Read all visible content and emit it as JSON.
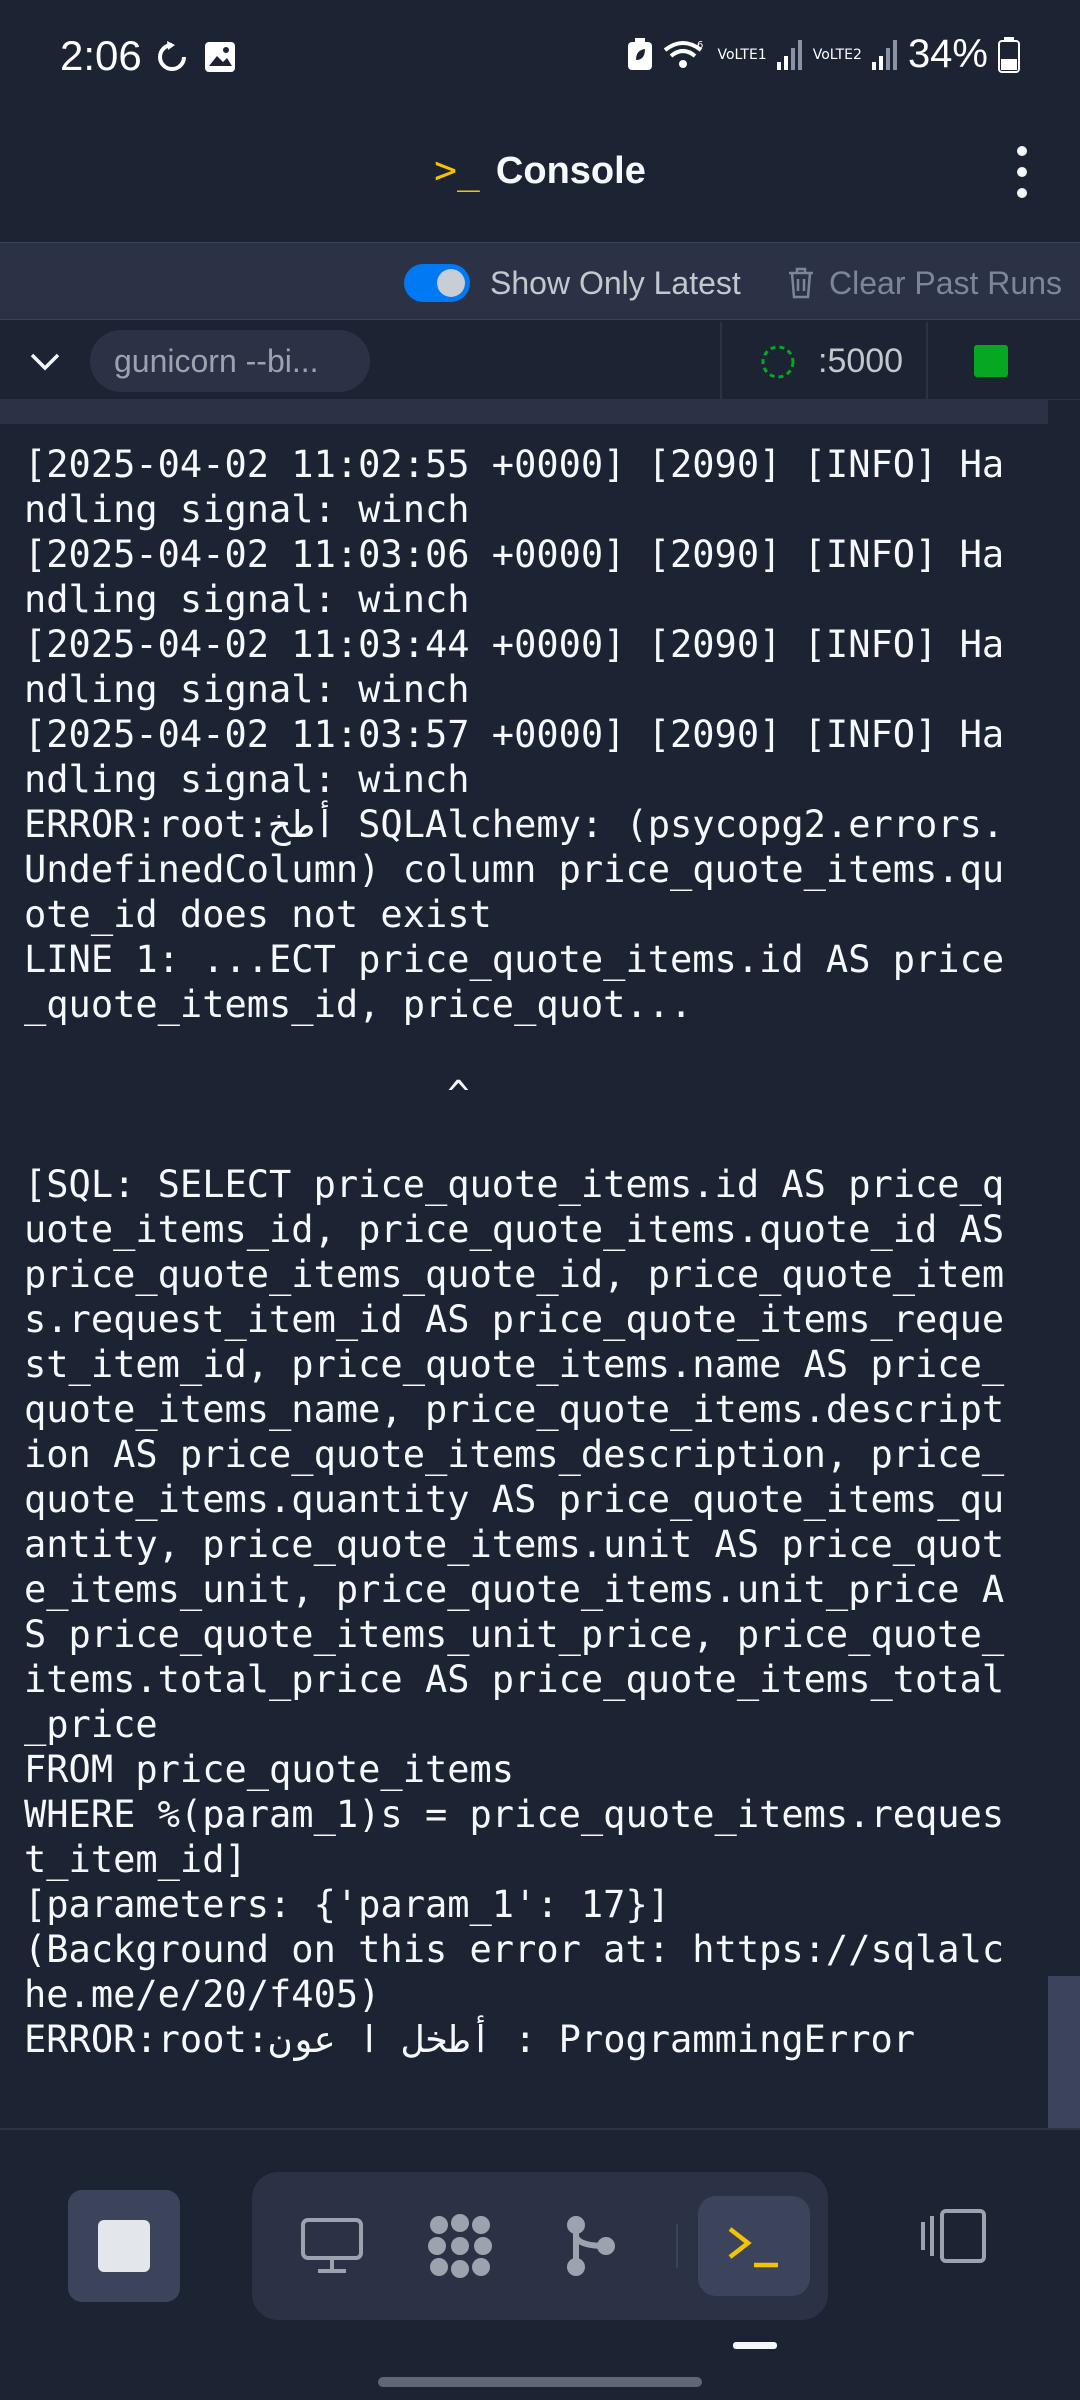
{
  "status_bar": {
    "time": "2:06",
    "wifi_label": "6",
    "sim1_label": "VoLTE1",
    "sim2_label": "VoLTE2",
    "battery_percent": "34%"
  },
  "header": {
    "title": "Console",
    "prompt_icon": "terminal-prompt-icon",
    "menu_icon": "more-vertical-icon"
  },
  "toolbar": {
    "show_only_latest_label": "Show Only Latest",
    "show_only_latest_on": true,
    "clear_past_runs_label": "Clear Past Runs"
  },
  "process": {
    "command_label": "gunicorn --bi...",
    "port_label": ":5000",
    "status_color": "#06a822"
  },
  "console": {
    "log": "[2025-04-02 11:02:55 +0000] [2090] [INFO] Handling signal: winch\n[2025-04-02 11:03:06 +0000] [2090] [INFO] Handling signal: winch\n[2025-04-02 11:03:44 +0000] [2090] [INFO] Handling signal: winch\n[2025-04-02 11:03:57 +0000] [2090] [INFO] Handling signal: winch\nERROR:root:أطخ SQLAlchemy: (psycopg2.errors.UndefinedColumn) column price_quote_items.quote_id does not exist\nLINE 1: ...ECT price_quote_items.id AS price_quote_items_id, price_quot...\n\n                   ^\n\n[SQL: SELECT price_quote_items.id AS price_quote_items_id, price_quote_items.quote_id AS price_quote_items_quote_id, price_quote_items.request_item_id AS price_quote_items_request_item_id, price_quote_items.name AS price_quote_items_name, price_quote_items.description AS price_quote_items_description, price_quote_items.quantity AS price_quote_items_quantity, price_quote_items.unit AS price_quote_items_unit, price_quote_items.unit_price AS price_quote_items_unit_price, price_quote_items.total_price AS price_quote_items_total_price\nFROM price_quote_items\nWHERE %(param_1)s = price_quote_items.request_item_id]\n[parameters: {'param_1': 17}]\n(Background on this error at: https://sqlalche.me/e/20/f405)\nERROR:root:أطخل ا عون : ProgrammingError"
  },
  "bottom_nav": {
    "stop_icon": "stop-icon",
    "items": [
      "webview-icon",
      "replit-apps-icon",
      "git-icon",
      "console-icon"
    ],
    "active_item": "console-icon",
    "panels_icon": "panels-icon"
  },
  "colors": {
    "background": "#1c2333",
    "surface": "#2b3245",
    "accent": "#0079f2",
    "prompt": "#f5c400",
    "running": "#06a822"
  }
}
